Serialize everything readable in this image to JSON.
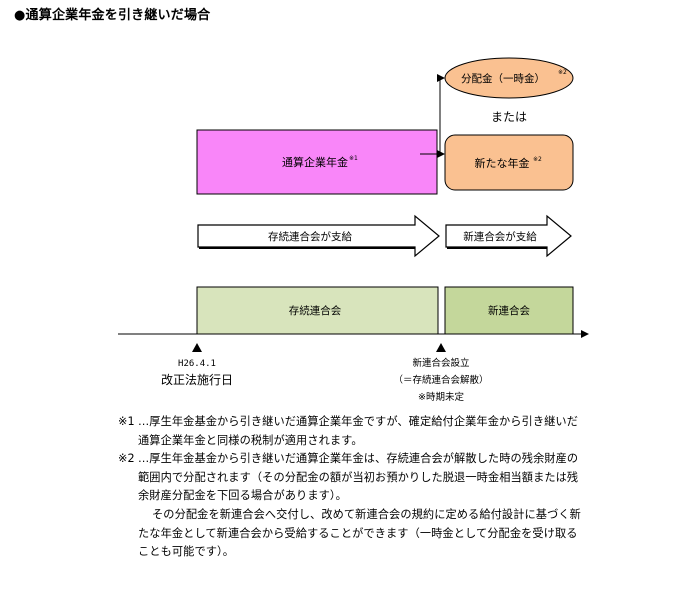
{
  "heading": "●通算企業年金を引き継いだ場合",
  "boxes": {
    "tsusan": "通算企業年金",
    "tsusan_mark": "※1",
    "bunpai": "分配金（一時金）",
    "bunpai_mark": "※2",
    "matawa": "または",
    "aratana": "新たな年金",
    "aratana_mark": "※2"
  },
  "arrows": {
    "sonzoku_pay": "存続連合会が支給",
    "shin_pay": "新連合会が支給"
  },
  "bars": {
    "sonzoku": "存続連合会",
    "shin": "新連合会"
  },
  "timeline": {
    "date": "H26.4.1",
    "date_label": "改正法施行日",
    "event": "新連合会設立",
    "event_sub": "（＝存続連合会解散）",
    "event_note": "※時期未定"
  },
  "notes": {
    "n1_mark": "※1",
    "n1_text": "…厚生年金基金から引き継いだ通算企業年金ですが、確定給付企業年金から引き継いだ通算企業年金と同様の税制が適用されます。",
    "n2_mark": "※2",
    "n2_text": "…厚生年金基金から引き継いだ通算企業年金は、存続連合会が解散した時の残余財産の範囲内で分配されます（その分配金の額が当初お預かりした脱退一時金相当額または残余財産分配金を下回る場合があります）。",
    "n2_text2": "その分配金を新連合会へ交付し、改めて新連合会の規約に定める給付設計に基づく新たな年金として新連合会から受給することができます（一時金として分配金を受け取ることも可能です）。"
  },
  "colors": {
    "tsusan_fill": "#F986F9",
    "orange_fill": "#FAC191",
    "sonzoku_fill": "#D8E4BC",
    "shin_fill": "#C4D79B"
  }
}
